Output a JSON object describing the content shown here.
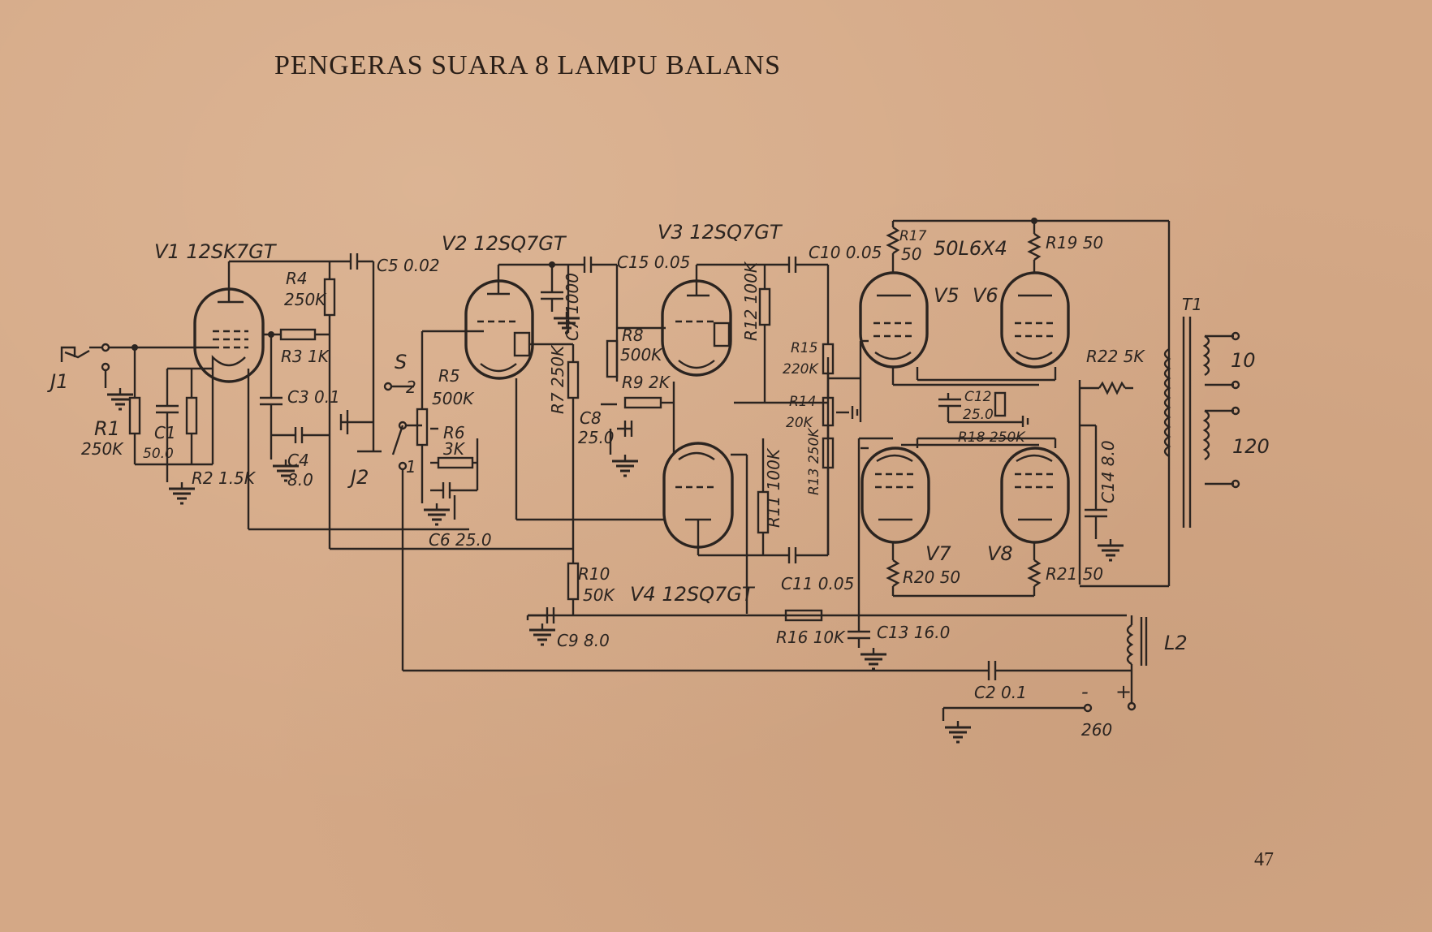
{
  "title": "PENGERAS SUARA 8 LAMPU BALANS",
  "page_number": "47",
  "labels": {
    "v1": "V1 12SK7GT",
    "v2": "V2 12SQ7GT",
    "v3": "V3 12SQ7GT",
    "v4": "V4 12SQ7GT",
    "output_tubes": "50L6X4",
    "v5": "V5",
    "v6": "V6",
    "v7": "V7",
    "v8": "V8",
    "j1": "J1",
    "j2": "J2",
    "s": "S",
    "sw_pos_1": "1",
    "sw_pos_2": "2",
    "t1": "T1",
    "l2": "L2",
    "r1": "R1",
    "r1_val": "250K",
    "c1": "C1",
    "c1_val": "50.0",
    "r2": "R2 1.5K",
    "r3": "R3 1K",
    "r4": "R4",
    "r4_val": "250K",
    "c3": "C3 0.1",
    "c4": "C4",
    "c4_val": "8.0",
    "c5": "C5 0.02",
    "r5": "R5",
    "r5_val": "500K",
    "r6": "R6",
    "r6_val": "3K",
    "c6": "C6 25.0",
    "c7": "C7 1000",
    "r7": "R7 250K",
    "c8": "C8",
    "c8_val": "25.0",
    "c15": "C15 0.05",
    "r8": "R8",
    "r8_val": "500K",
    "r9": "R9 2K",
    "r10": "R10",
    "r10_val": "50K",
    "c9": "C9 8.0",
    "r12": "R12 100K",
    "c10": "C10 0.05",
    "r15": "R15",
    "r15_val": "220K",
    "r14": "R14",
    "r14_val": "20K",
    "r13": "R13 250K",
    "r11": "R11 100K",
    "c11": "C11 0.05",
    "r16": "R16 10K",
    "c13": "C13 16.0",
    "r17": "R17",
    "r17_val": "50",
    "r19": "R19 50",
    "r22": "R22 5K",
    "c12": "C12",
    "c12_val": "25.0",
    "r18": "R18 250K",
    "c14": "C14 8.0",
    "r20": "R20 50",
    "r21": "R21 50",
    "c2": "C2 0.1",
    "out_10": "10",
    "out_120": "120",
    "minus": "-",
    "plus": "+",
    "supply": "260"
  }
}
